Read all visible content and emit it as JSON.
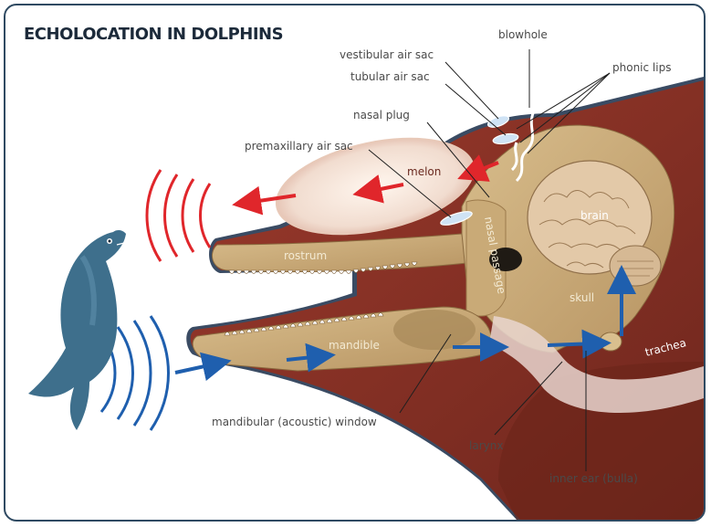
{
  "title": "ECHOLOCATION IN DOLPHINS",
  "labels": {
    "blowhole": "blowhole",
    "vestibular_air_sac": "vestibular air sac",
    "tubular_air_sac": "tubular air sac",
    "phonic_lips": "phonic lips",
    "nasal_plug": "nasal plug",
    "premaxillary_air_sac": "premaxillary air sac",
    "melon": "melon",
    "brain": "brain",
    "rostrum": "rostrum",
    "nasal_passage": "nasal passage",
    "skull": "skull",
    "mandible": "mandible",
    "trachea": "trachea",
    "mandibular_window": "mandibular (acoustic) window",
    "larynx": "larynx",
    "inner_ear": "inner ear (bulla)"
  },
  "colors": {
    "border": "#2f4a62",
    "outgoing_waves": "#e0262b",
    "incoming_waves": "#1f5fae",
    "skin": "#7a2e24",
    "bone": "#c7a875",
    "fish": "#3e6f8c"
  },
  "icons": {
    "fish": "fish-icon",
    "outgoing_wave": "outgoing-sound-wave-icon",
    "incoming_wave": "incoming-sound-wave-icon"
  }
}
